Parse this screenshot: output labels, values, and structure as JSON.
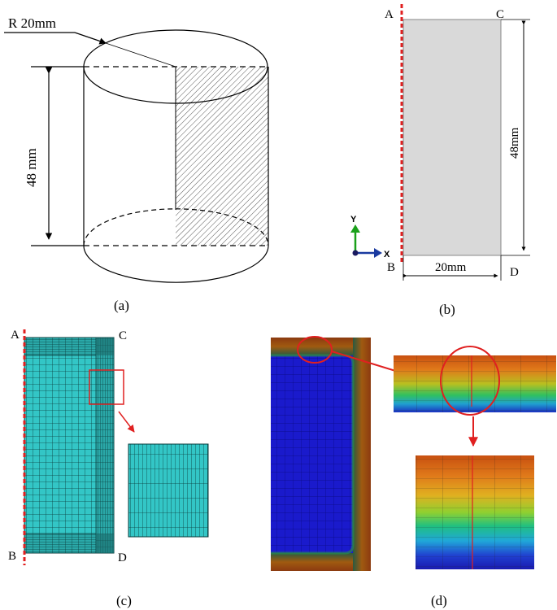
{
  "panel_a": {
    "caption": "(a)",
    "radius_label": "R 20mm",
    "height_label": "48 mm"
  },
  "panel_b": {
    "caption": "(b)",
    "corner_a": "A",
    "corner_b": "B",
    "corner_c": "C",
    "corner_d": "D",
    "width_label": "20mm",
    "height_label": "48mm",
    "axis_y": "Y",
    "axis_x": "X",
    "colors": {
      "rect_fill": "#d9d9d9",
      "axis_line": "#e02020",
      "y_axis": "#1aa01a",
      "x_axis": "#1a3aa0"
    }
  },
  "panel_c": {
    "caption": "(c)",
    "corner_a": "A",
    "corner_b": "B",
    "corner_c": "C",
    "corner_d": "D",
    "colors": {
      "mesh_fill": "#33c6c6",
      "mesh_line": "#0b3e3e",
      "highlight": "#e02020"
    }
  },
  "panel_d": {
    "caption": "(d)",
    "colors": {
      "interior": "#1a1acc",
      "boundary": "#8b3a10",
      "highlight": "#e02020"
    }
  }
}
